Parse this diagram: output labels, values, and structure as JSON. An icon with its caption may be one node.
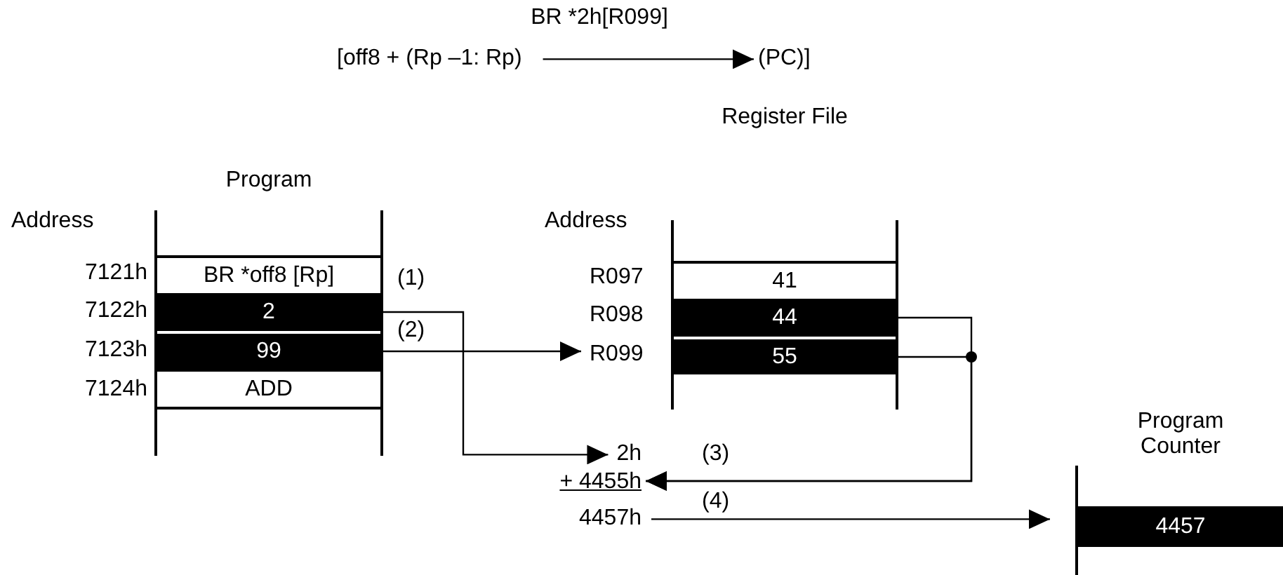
{
  "diagram": {
    "title": "BR *2h[R099]",
    "nodes": [
      {
        "text": [
          "[off8 + (Rp –1: Rp)"
        ]
      },
      {
        "text": [
          "(PC)]"
        ]
      },
      {
        "text": [
          "Program"
        ]
      },
      {
        "text": [
          "BR *off8 [Rp]"
        ],
        "in": 2
      },
      {
        "text": [
          "2"
        ],
        "in": 2
      },
      {
        "text": [
          "99"
        ],
        "in": 2
      },
      {
        "text": [
          "ADD"
        ],
        "in": 2
      },
      {
        "text": [
          "Register File"
        ]
      },
      {
        "text": [
          "41"
        ],
        "in": 7
      },
      {
        "text": [
          "44"
        ],
        "in": 7
      },
      {
        "text": [
          "55"
        ],
        "in": 7
      },
      {
        "text": [
          "R099"
        ]
      },
      {
        "text": [
          "2h"
        ]
      },
      {
        "text": [
          "+ 4455h"
        ]
      },
      {
        "text": [
          "4457h"
        ]
      },
      {
        "text": [
          "Program Counter"
        ]
      },
      {
        "text": [
          "4457"
        ],
        "in": 15
      }
    ],
    "edges": [
      {
        "from": 0,
        "to": 1,
        "arrow": "to"
      },
      {
        "from": 4,
        "to": 12,
        "arrow": "to",
        "label": "(1)"
      },
      {
        "from": 5,
        "to": 11,
        "arrow": "to",
        "label": "(2)"
      },
      {
        "from": 9,
        "to": 13,
        "arrow": "to",
        "label": "(3)"
      },
      {
        "from": 10,
        "to": 13,
        "arrow": "to"
      },
      {
        "from": 14,
        "to": 16,
        "arrow": "to",
        "label": "(4)"
      }
    ],
    "labels": [
      "Address",
      "7121h",
      "7122h",
      "7123h",
      "7124h",
      "Address",
      "R097",
      "R098"
    ]
  }
}
